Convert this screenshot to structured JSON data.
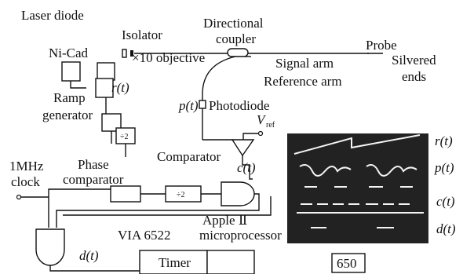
{
  "labels": {
    "laser_diode": "Laser diode",
    "isolator": "Isolator",
    "ni_cad": "Ni-Cad",
    "objective": "×10 objective",
    "directional": "Directional",
    "coupler": "coupler",
    "signal_arm": "Signal arm",
    "probe": "Probe",
    "silvered": "Silvered",
    "ends": "ends",
    "reference_arm": "Reference arm",
    "ramp": "Ramp",
    "generator": "generator",
    "photodiode": "Photodiode",
    "vref_main": "V",
    "vref_sub": "ref",
    "div2a": "÷2",
    "div2b": "÷2",
    "comparator": "Comparator",
    "clock_1": "1MHz",
    "clock_2": "clock",
    "phase": "Phase",
    "phase_comparator": "comparator",
    "apple": "Apple  Ⅱ",
    "microprocessor": "microprocessor",
    "via": "VIA 6522",
    "timer": "Timer",
    "figure_number": "650"
  },
  "signals": {
    "r": "r(t)",
    "p": "p(t)",
    "c": "c(t)",
    "d": "d(t)"
  },
  "oscilloscope": {
    "background": "#222222",
    "trace_color": "#f4f4f4",
    "labels": [
      "r(t)",
      "p(t)",
      "c(t)",
      "d(t)"
    ]
  }
}
